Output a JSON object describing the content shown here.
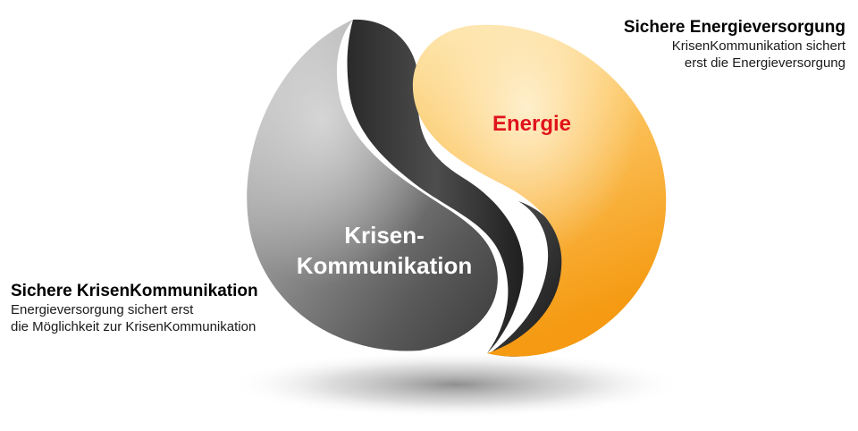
{
  "diagram": {
    "energy_label": "Energie",
    "krisen_label_line1": "Krisen-",
    "krisen_label_line2": "Kommunikation",
    "colors": {
      "energy_fill_light": "#fde3a0",
      "energy_fill_dark": "#f8a21a",
      "energy_label": "#e0141c",
      "krisen_fill_light": "#c4c4c4",
      "krisen_fill_dark": "#3a3a3a",
      "krisen_label": "#ffffff"
    }
  },
  "right_block": {
    "title": "Sichere Energieversorgung",
    "line1": "KrisenKommunikation sichert",
    "line2": "erst die Energieversorgung"
  },
  "left_block": {
    "title": "Sichere KrisenKommunikation",
    "line1": "Energieversorgung sichert erst",
    "line2": "die Möglichkeit zur KrisenKommunikation"
  }
}
